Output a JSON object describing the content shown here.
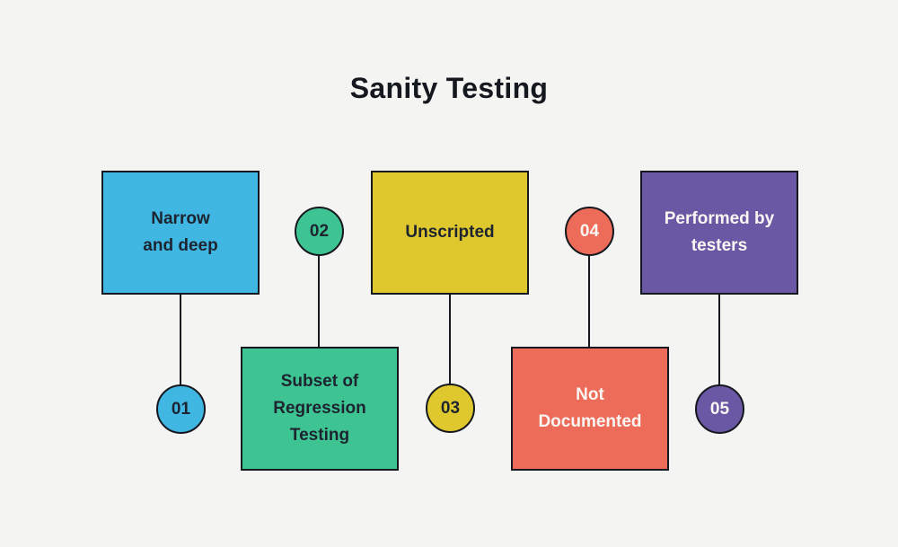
{
  "title": "Sanity Testing",
  "background_color": "#f4f4f2",
  "outline_color": "#15181e",
  "items": [
    {
      "number": "01",
      "label": "Narrow\nand deep",
      "color": "#40b7e3",
      "label_text_color": "#1d2430",
      "number_text_color": "#1d2430"
    },
    {
      "number": "02",
      "label": "Subset of\nRegression\nTesting",
      "color": "#3ec492",
      "label_text_color": "#1d2430",
      "number_text_color": "#1d2430"
    },
    {
      "number": "03",
      "label": "Unscripted",
      "color": "#dfc82d",
      "label_text_color": "#1d2430",
      "number_text_color": "#1d2430"
    },
    {
      "number": "04",
      "label": "Not\nDocumented",
      "color": "#ed6c59",
      "label_text_color": "#fbf6f3",
      "number_text_color": "#fbf6f3"
    },
    {
      "number": "05",
      "label": "Performed by\ntesters",
      "color": "#6b58a4",
      "label_text_color": "#fbf6f3",
      "number_text_color": "#fbf6f3"
    }
  ]
}
